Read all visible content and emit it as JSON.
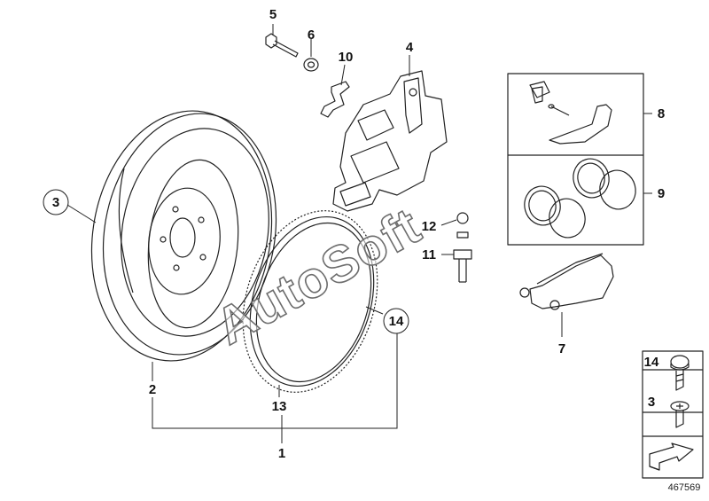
{
  "diagram": {
    "labels": {
      "l1": "1",
      "l2": "2",
      "l3": "3",
      "l4": "4",
      "l5": "5",
      "l6": "6",
      "l7": "7",
      "l8": "8",
      "l9": "9",
      "l10": "10",
      "l11": "11",
      "l12": "12",
      "l13": "13",
      "l14": "14"
    },
    "legend": {
      "l14": "14",
      "l3": "3"
    },
    "watermark": "AutoSoft",
    "reference_number": "467569",
    "colors": {
      "line": "#222222",
      "watermark_outline": "#6d6d6d",
      "background": "#ffffff"
    }
  }
}
